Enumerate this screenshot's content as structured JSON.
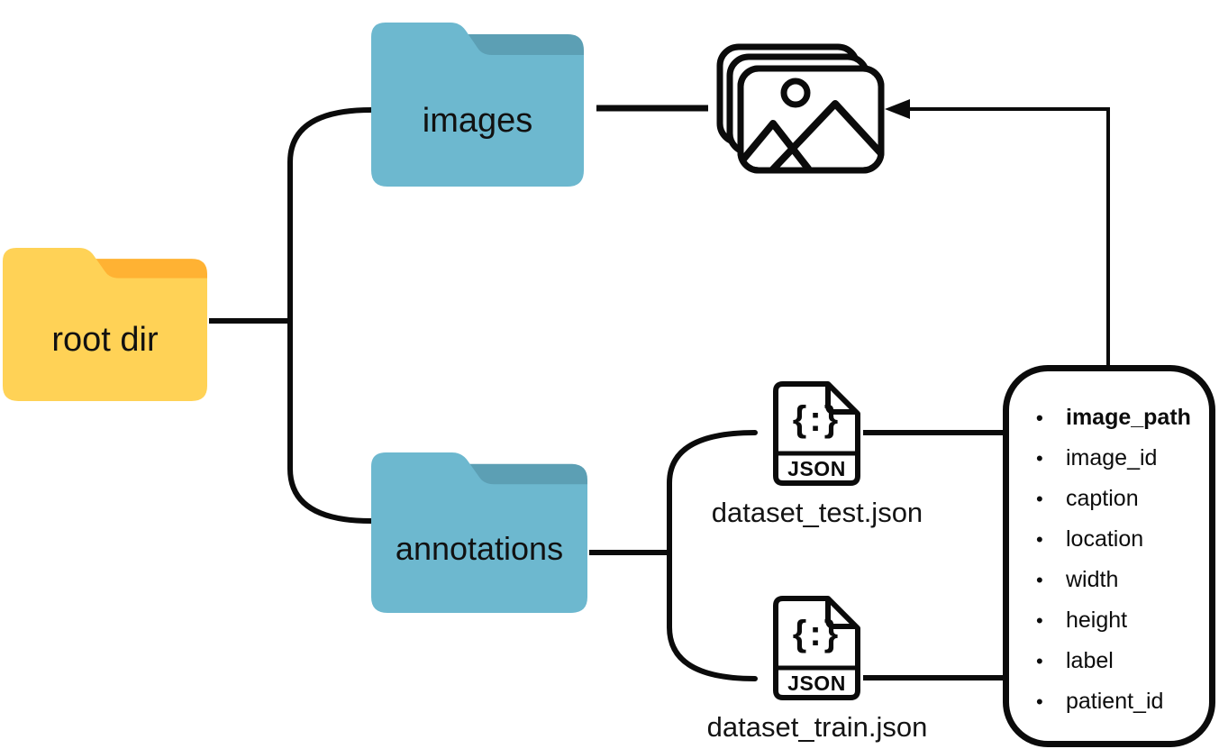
{
  "colors": {
    "folder-yellow": "#FFD256",
    "folder-yellow-dark": "#FFB233",
    "folder-blue": "#6DB8CF",
    "folder-blue-dark": "#5C9FB4",
    "line-black": "#0B0B0B"
  },
  "folders": {
    "root": {
      "label": "root dir"
    },
    "images": {
      "label": "images"
    },
    "annotations": {
      "label": "annotations"
    }
  },
  "files": {
    "test": {
      "label": "dataset_test.json"
    },
    "train": {
      "label": "dataset_train.json"
    }
  },
  "json_icon": {
    "braces": "{:}",
    "text": "JSON"
  },
  "fields": {
    "bullet": "•",
    "items": [
      "image_path",
      "image_id",
      "caption",
      "location",
      "width",
      "height",
      "label",
      "patient_id"
    ]
  }
}
